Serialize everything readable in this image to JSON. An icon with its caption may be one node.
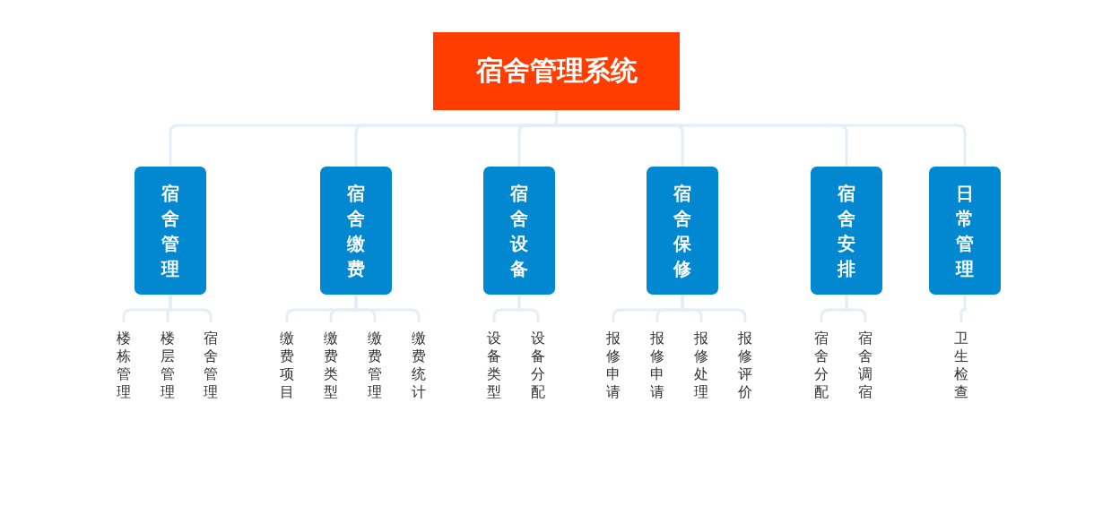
{
  "diagram": {
    "nodes": [
      {
        "text": [
          "宿舍管理系统"
        ]
      },
      {
        "text": [
          "宿舍管理"
        ]
      },
      {
        "text": [
          "宿舍缴费"
        ]
      },
      {
        "text": [
          "宿舍设备"
        ]
      },
      {
        "text": [
          "宿舍保修"
        ]
      },
      {
        "text": [
          "宿舍安排"
        ]
      },
      {
        "text": [
          "日常管理"
        ]
      },
      {
        "text": [
          "楼栋管理"
        ]
      },
      {
        "text": [
          "楼层管理"
        ]
      },
      {
        "text": [
          "宿舍管理"
        ]
      },
      {
        "text": [
          "缴费项目"
        ]
      },
      {
        "text": [
          "缴费类型"
        ]
      },
      {
        "text": [
          "缴费管理"
        ]
      },
      {
        "text": [
          "缴费统计"
        ]
      },
      {
        "text": [
          "设备类型"
        ]
      },
      {
        "text": [
          "设备分配"
        ]
      },
      {
        "text": [
          "报修申请"
        ]
      },
      {
        "text": [
          "报修申请"
        ]
      },
      {
        "text": [
          "报修处理"
        ]
      },
      {
        "text": [
          "报修评价"
        ]
      },
      {
        "text": [
          "宿舍分配"
        ]
      },
      {
        "text": [
          "宿舍调宿"
        ]
      },
      {
        "text": [
          "卫生检查"
        ]
      }
    ],
    "edges": [
      {
        "from": 0,
        "to": 1,
        "arrow": "none"
      },
      {
        "from": 0,
        "to": 2,
        "arrow": "none"
      },
      {
        "from": 0,
        "to": 3,
        "arrow": "none"
      },
      {
        "from": 0,
        "to": 4,
        "arrow": "none"
      },
      {
        "from": 0,
        "to": 5,
        "arrow": "none"
      },
      {
        "from": 0,
        "to": 6,
        "arrow": "none"
      },
      {
        "from": 1,
        "to": 7,
        "arrow": "none"
      },
      {
        "from": 1,
        "to": 8,
        "arrow": "none"
      },
      {
        "from": 1,
        "to": 9,
        "arrow": "none"
      },
      {
        "from": 2,
        "to": 10,
        "arrow": "none"
      },
      {
        "from": 2,
        "to": 11,
        "arrow": "none"
      },
      {
        "from": 2,
        "to": 12,
        "arrow": "none"
      },
      {
        "from": 2,
        "to": 13,
        "arrow": "none"
      },
      {
        "from": 3,
        "to": 14,
        "arrow": "none"
      },
      {
        "from": 3,
        "to": 15,
        "arrow": "none"
      },
      {
        "from": 4,
        "to": 16,
        "arrow": "none"
      },
      {
        "from": 4,
        "to": 17,
        "arrow": "none"
      },
      {
        "from": 4,
        "to": 18,
        "arrow": "none"
      },
      {
        "from": 4,
        "to": 19,
        "arrow": "none"
      },
      {
        "from": 5,
        "to": 20,
        "arrow": "none"
      },
      {
        "from": 5,
        "to": 21,
        "arrow": "none"
      },
      {
        "from": 6,
        "to": 22,
        "arrow": "none"
      }
    ]
  }
}
